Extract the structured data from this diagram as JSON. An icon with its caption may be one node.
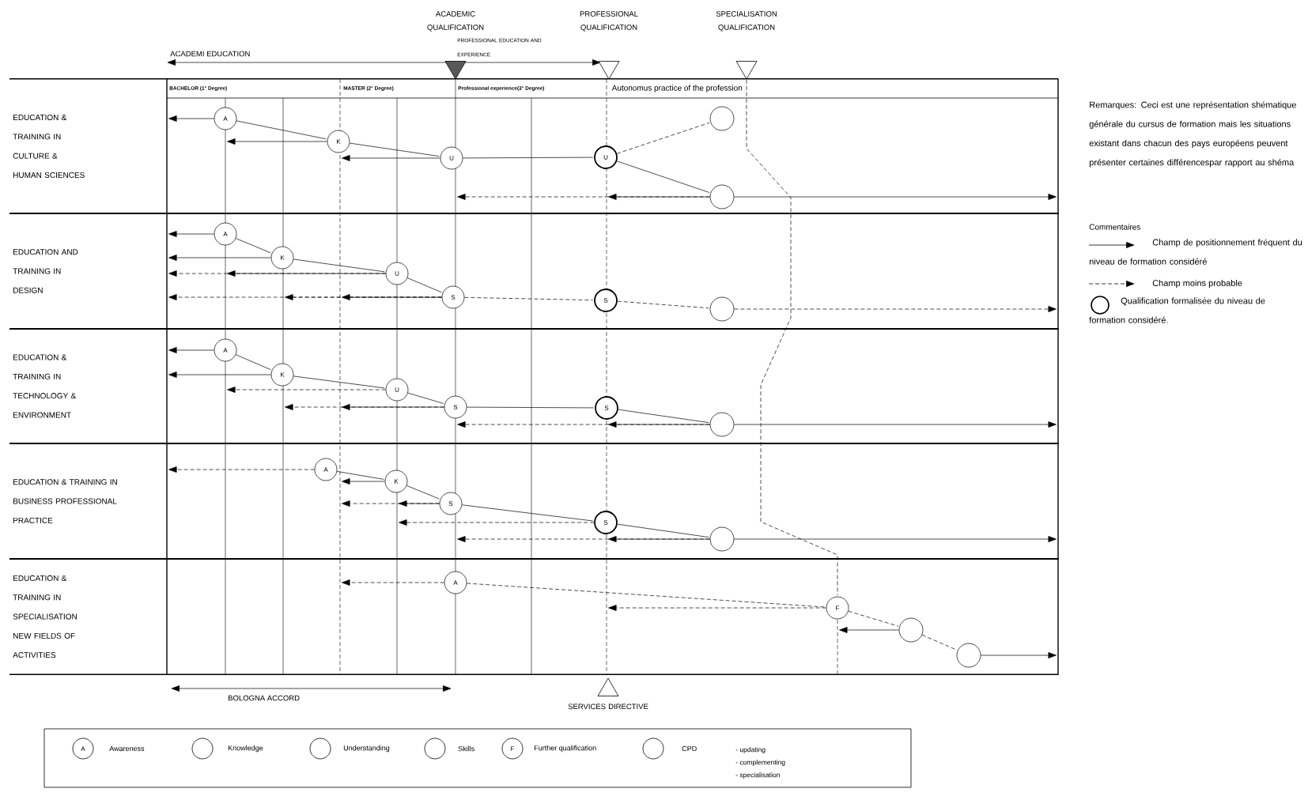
{
  "diagram": {
    "nodes": [
      {
        "text": [
          "ACADEMIC QUALIFICATION"
        ]
      },
      {
        "text": [
          "PROFESSIONAL QUALIFICATION"
        ]
      },
      {
        "text": [
          "SPECIALISATION QUALIFICATION"
        ]
      },
      {
        "text": [
          "EDUCATION & TRAINING IN CULTURE & HUMAN SCIENCES"
        ]
      },
      {
        "text": [
          "A"
        ],
        "in": 3
      },
      {
        "text": [
          "K"
        ],
        "in": 3
      },
      {
        "text": [
          "U"
        ],
        "in": 3
      },
      {
        "text": [
          "U"
        ],
        "in": 3
      },
      {
        "text": [],
        "shape": "circle",
        "in": 3
      },
      {
        "text": [],
        "shape": "circle",
        "in": 3
      },
      {
        "text": [
          "EDUCATION AND TRAINING IN DESIGN"
        ]
      },
      {
        "text": [
          "A"
        ],
        "in": 10
      },
      {
        "text": [
          "K"
        ],
        "in": 10
      },
      {
        "text": [
          "U"
        ],
        "in": 10
      },
      {
        "text": [
          "S"
        ],
        "in": 10
      },
      {
        "text": [
          "S"
        ],
        "in": 10
      },
      {
        "text": [],
        "shape": "circle",
        "in": 10
      },
      {
        "text": [
          "EDUCATION & TRAINING IN TECHNOLOGY & ENVIRONMENT"
        ]
      },
      {
        "text": [
          "A"
        ],
        "in": 17
      },
      {
        "text": [
          "K"
        ],
        "in": 17
      },
      {
        "text": [
          "U"
        ],
        "in": 17
      },
      {
        "text": [
          "S"
        ],
        "in": 17
      },
      {
        "text": [
          "S"
        ],
        "in": 17
      },
      {
        "text": [],
        "shape": "circle",
        "in": 17
      },
      {
        "text": [
          "EDUCATION & TRAINING IN BUSINESS PROFESSIONAL PRACTICE"
        ]
      },
      {
        "text": [
          "A"
        ],
        "in": 24
      },
      {
        "text": [
          "K"
        ],
        "in": 24
      },
      {
        "text": [
          "S"
        ],
        "in": 24
      },
      {
        "text": [
          "S"
        ],
        "in": 24
      },
      {
        "text": [],
        "shape": "circle",
        "in": 24
      },
      {
        "text": [
          "EDUCATION & TRAINING IN SPECIALISATION NEW FIELDS OF ACTIVITIES"
        ]
      },
      {
        "text": [
          "A"
        ],
        "in": 30
      },
      {
        "text": [
          "F"
        ],
        "in": 30
      },
      {
        "text": [],
        "shape": "circle",
        "in": 30
      },
      {
        "text": [],
        "shape": "circle",
        "in": 30
      },
      {
        "text": [
          "SERVICES DIRECTIVE"
        ]
      },
      {
        "text": [],
        "shape": "bar"
      },
      {
        "text": [],
        "shape": "bar"
      },
      {
        "text": [],
        "shape": "bar"
      },
      {
        "text": [],
        "shape": "bar"
      },
      {
        "text": [],
        "shape": "bar"
      },
      {
        "text": [],
        "shape": "bar"
      },
      {
        "text": [],
        "shape": "bar"
      },
      {
        "text": [],
        "shape": "bar",
        "in": 30
      },
      {
        "text": [],
        "shape": "bar"
      }
    ],
    "edges": [
      {
        "from": 4,
        "to": 36,
        "arrow": "to"
      },
      {
        "from": 4,
        "to": 5,
        "arrow": "none"
      },
      {
        "from": 5,
        "to": 37,
        "arrow": "to"
      },
      {
        "from": 5,
        "to": 6,
        "arrow": "none"
      },
      {
        "from": 6,
        "to": 39,
        "arrow": "to"
      },
      {
        "from": 6,
        "to": 7,
        "arrow": "none"
      },
      {
        "from": 7,
        "to": 8,
        "arrow": "none",
        "style": "dashed"
      },
      {
        "from": 7,
        "to": 9,
        "arrow": "none"
      },
      {
        "from": 9,
        "to": 42,
        "arrow": "to"
      },
      {
        "from": 9,
        "to": 41,
        "arrow": "to",
        "style": "dashed"
      },
      {
        "from": 9,
        "to": 44,
        "arrow": "to"
      },
      {
        "from": 11,
        "to": 36,
        "arrow": "to"
      },
      {
        "from": 11,
        "to": 12,
        "arrow": "none"
      },
      {
        "from": 12,
        "to": 36,
        "arrow": "to"
      },
      {
        "from": 12,
        "to": 13,
        "arrow": "none"
      },
      {
        "from": 13,
        "to": 37,
        "arrow": "to"
      },
      {
        "from": 13,
        "to": 36,
        "arrow": "to",
        "style": "dashed"
      },
      {
        "from": 13,
        "to": 14,
        "arrow": "none"
      },
      {
        "from": 14,
        "to": 39,
        "arrow": "to"
      },
      {
        "from": 14,
        "to": 38,
        "arrow": "to",
        "style": "dashed"
      },
      {
        "from": 14,
        "to": 36,
        "arrow": "to",
        "style": "dashed"
      },
      {
        "from": 14,
        "to": 15,
        "arrow": "none",
        "style": "dashed"
      },
      {
        "from": 15,
        "to": 16,
        "arrow": "none",
        "style": "dashed"
      },
      {
        "from": 16,
        "to": 44,
        "arrow": "to",
        "style": "dashed"
      },
      {
        "from": 18,
        "to": 36,
        "arrow": "to"
      },
      {
        "from": 18,
        "to": 19,
        "arrow": "none"
      },
      {
        "from": 19,
        "to": 36,
        "arrow": "to"
      },
      {
        "from": 19,
        "to": 20,
        "arrow": "none"
      },
      {
        "from": 20,
        "to": 37,
        "arrow": "to",
        "style": "dashed"
      },
      {
        "from": 20,
        "to": 21,
        "arrow": "none"
      },
      {
        "from": 21,
        "to": 39,
        "arrow": "to"
      },
      {
        "from": 21,
        "to": 38,
        "arrow": "to",
        "style": "dashed"
      },
      {
        "from": 21,
        "to": 22,
        "arrow": "none"
      },
      {
        "from": 22,
        "to": 23,
        "arrow": "none"
      },
      {
        "from": 23,
        "to": 42,
        "arrow": "to"
      },
      {
        "from": 23,
        "to": 41,
        "arrow": "to",
        "style": "dashed"
      },
      {
        "from": 23,
        "to": 44,
        "arrow": "to"
      },
      {
        "from": 25,
        "to": 36,
        "arrow": "to",
        "style": "dashed"
      },
      {
        "from": 25,
        "to": 26,
        "arrow": "none"
      },
      {
        "from": 26,
        "to": 39,
        "arrow": "to"
      },
      {
        "from": 26,
        "to": 27,
        "arrow": "none"
      },
      {
        "from": 27,
        "to": 40,
        "arrow": "to"
      },
      {
        "from": 27,
        "to": 39,
        "arrow": "to",
        "style": "dashed"
      },
      {
        "from": 27,
        "to": 28,
        "arrow": "none"
      },
      {
        "from": 28,
        "to": 40,
        "arrow": "to",
        "style": "dashed"
      },
      {
        "from": 28,
        "to": 29,
        "arrow": "none"
      },
      {
        "from": 29,
        "to": 42,
        "arrow": "to"
      },
      {
        "from": 29,
        "to": 41,
        "arrow": "to",
        "style": "dashed"
      },
      {
        "from": 29,
        "to": 44,
        "arrow": "to"
      },
      {
        "from": 31,
        "to": 39,
        "arrow": "to",
        "style": "dashed"
      },
      {
        "from": 31,
        "to": 32,
        "arrow": "none",
        "style": "dashed"
      },
      {
        "from": 32,
        "to": 42,
        "arrow": "to",
        "style": "dashed"
      },
      {
        "from": 32,
        "to": 33,
        "arrow": "none",
        "style": "dashed"
      },
      {
        "from": 33,
        "to": 43,
        "arrow": "to"
      },
      {
        "from": 33,
        "to": 34,
        "arrow": "none",
        "style": "dashed"
      },
      {
        "from": 34,
        "to": 44,
        "arrow": "to"
      },
      {
        "from": 2,
        "to": 32,
        "arrow": "none",
        "style": "dashed"
      }
    ],
    "labels": [
      "ACADEMI EDUCATION",
      "PROFESSIONAL EDUCATION AND EXPERIENCE",
      "BACHELOR (1° Degree)",
      "MASTER (2° Degree)",
      "Professional experience(3° Degree)",
      "Autonomus practice of the profession",
      "Remarques: Ceci est une représentation shématique générale du cursus de formation mais les situations existant dans chacun des pays européens peuvent présenter certaines différencespar rapport au shéma",
      "Commentaires",
      "BOLOGNA ACCORD",
      "A",
      "F",
      "- updating",
      "- complementing",
      "- specialisation"
    ],
    "legend": [
      {
        "text": "Champ de positionnement fréquent du niveau de formation considéré"
      },
      {
        "text": "Champ moins probable"
      },
      {
        "text": "Qualification formalisée du niveau de formation considéré."
      },
      {
        "text": "Awareness"
      },
      {
        "text": "Knowledge"
      },
      {
        "text": "Understanding"
      },
      {
        "text": "Skills"
      },
      {
        "text": "Further qualification"
      },
      {
        "text": "CPD"
      }
    ]
  }
}
